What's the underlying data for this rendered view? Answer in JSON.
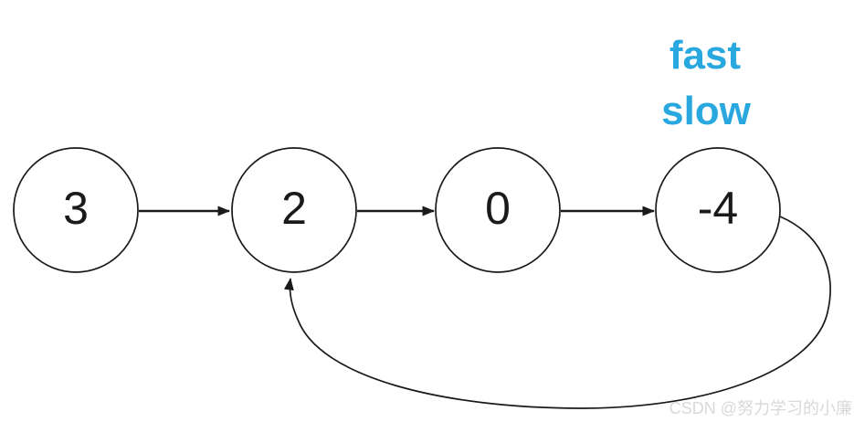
{
  "diagram": {
    "kind": "singly-linked-list-with-cycle",
    "nodes": [
      {
        "id": "node-3",
        "label": "3"
      },
      {
        "id": "node-2",
        "label": "2"
      },
      {
        "id": "node-0",
        "label": "0"
      },
      {
        "id": "node-neg4",
        "label": "-4"
      }
    ],
    "edges": [
      {
        "from": "3",
        "to": "2",
        "type": "next"
      },
      {
        "from": "2",
        "to": "0",
        "type": "next"
      },
      {
        "from": "0",
        "to": "-4",
        "type": "next"
      },
      {
        "from": "-4",
        "to": "2",
        "type": "cycle"
      }
    ],
    "pointers": [
      {
        "name": "fast",
        "label": "fast",
        "at_node": "-4"
      },
      {
        "name": "slow",
        "label": "slow",
        "at_node": "-4"
      }
    ]
  },
  "watermark": {
    "text": "CSDN @努力学习的小廉"
  },
  "colors": {
    "pointer_label": "#29A8E0",
    "edge": "#1a1a1a",
    "node_stroke": "#1a1a1a",
    "node_fill": "#ffffff",
    "node_text": "#1a1a1a",
    "watermark": "#D9D9D9",
    "background": "#ffffff"
  }
}
